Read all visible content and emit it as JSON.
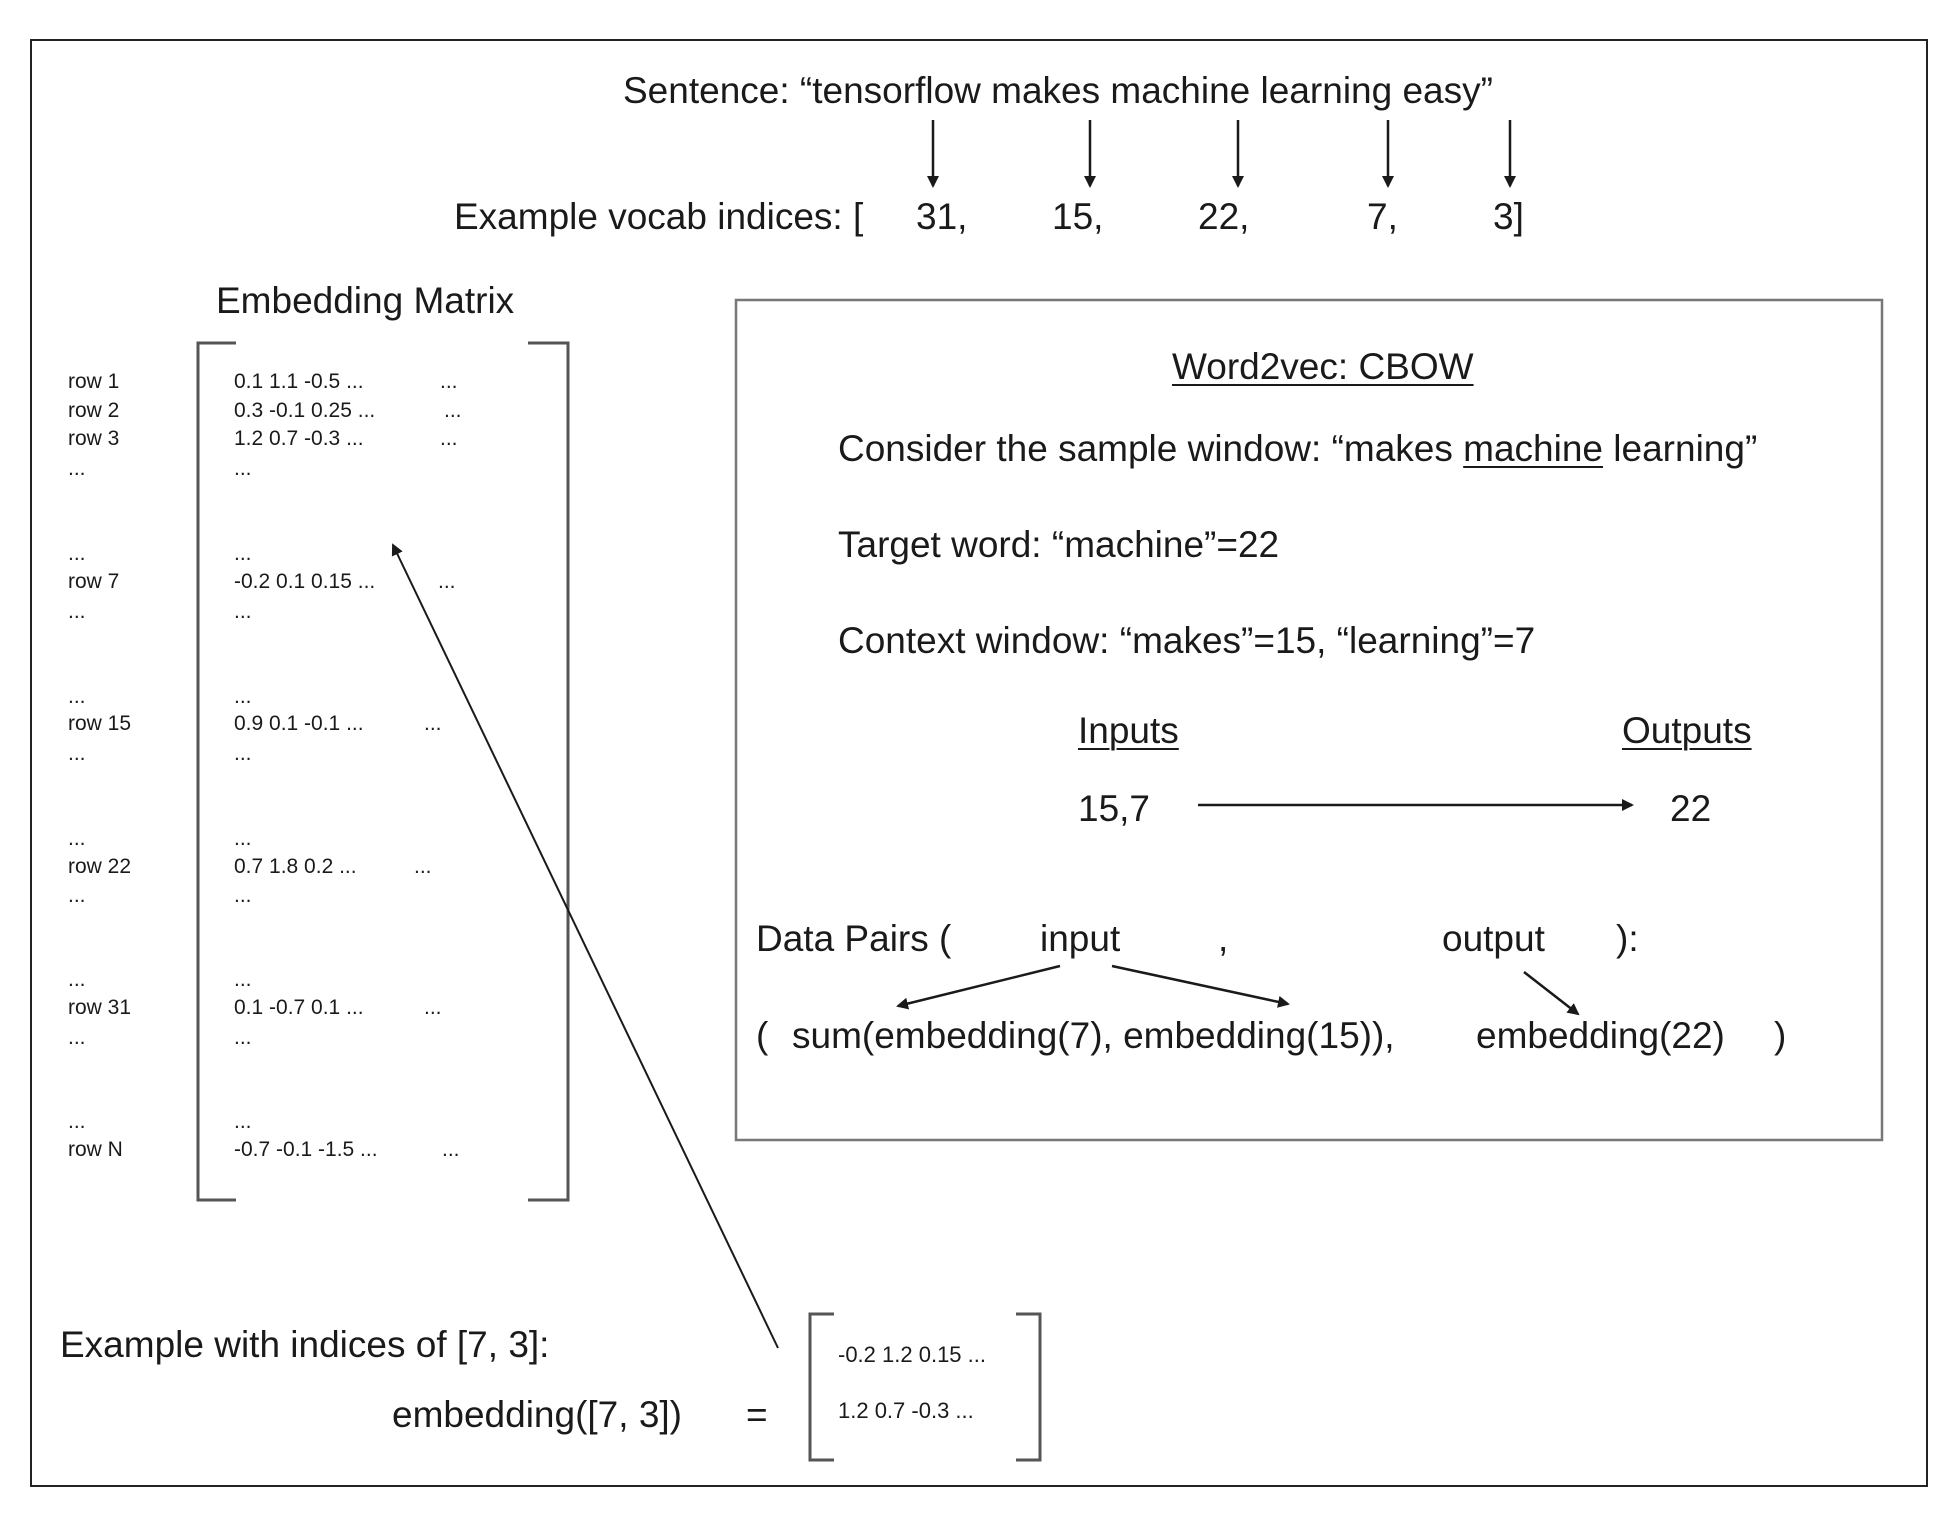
{
  "sentence": {
    "label": "Sentence:",
    "text": "“tensorflow makes machine learning easy”"
  },
  "vocab": {
    "label": "Example vocab indices: [",
    "indices": [
      "31,",
      "15,",
      "22,",
      "7,",
      "3]"
    ]
  },
  "matrix": {
    "title": "Embedding Matrix",
    "rows": [
      {
        "label": "row 1",
        "values": "0.1  1.1  -0.5 ...",
        "tail": "..."
      },
      {
        "label": "row 2",
        "values": "0.3 -0.1  0.25 ...",
        "tail": "..."
      },
      {
        "label": "row 3",
        "values": "1.2  0.7  -0.3 ...",
        "tail": "..."
      },
      {
        "label": "...",
        "values": "...",
        "tail": ""
      },
      {
        "label": "...",
        "values": "...",
        "tail": ""
      },
      {
        "label": "row 7",
        "values": "-0.2 0.1 0.15 ...",
        "tail": "..."
      },
      {
        "label": "...",
        "values": "...",
        "tail": ""
      },
      {
        "label": "...",
        "values": "...",
        "tail": ""
      },
      {
        "label": "row 15",
        "values": "0.9 0.1 -0.1 ...",
        "tail": "..."
      },
      {
        "label": "...",
        "values": "...",
        "tail": ""
      },
      {
        "label": "...",
        "values": "...",
        "tail": ""
      },
      {
        "label": "row 22",
        "values": "0.7 1.8 0.2 ...",
        "tail": "..."
      },
      {
        "label": "...",
        "values": "...",
        "tail": ""
      },
      {
        "label": "...",
        "values": "...",
        "tail": ""
      },
      {
        "label": "row 31",
        "values": "0.1 -0.7 0.1 ...",
        "tail": "..."
      },
      {
        "label": "...",
        "values": "...",
        "tail": ""
      },
      {
        "label": "...",
        "values": "...",
        "tail": ""
      },
      {
        "label": "row N",
        "values": "-0.7 -0.1 -1.5 ...",
        "tail": "..."
      }
    ]
  },
  "cbow": {
    "title": "Word2vec: CBOW",
    "window_prefix": "Consider the sample window: “makes ",
    "window_target": "machine",
    "window_suffix": " learning”",
    "target_line": "Target word: “machine”=22",
    "context_line": "Context window: “makes”=15, “learning”=7",
    "inputs_label": "Inputs",
    "outputs_label": "Outputs",
    "inputs_value": "15,7",
    "outputs_value": "22",
    "pairs_open": "Data Pairs (",
    "pairs_input": "input",
    "pairs_comma": ",",
    "pairs_output": "output",
    "pairs_close": "):",
    "pair_open": "(",
    "pair_input_expr": "sum(embedding(7), embedding(15)),",
    "pair_output_expr": "embedding(22)",
    "pair_close": ")"
  },
  "example": {
    "label": "Example with indices of [7, 3]:",
    "expr": "embedding([7, 3])",
    "equals": "=",
    "result_rows": [
      "-0.2  1.2  0.15  ...",
      "1.2  0.7  -0.3  ..."
    ]
  }
}
